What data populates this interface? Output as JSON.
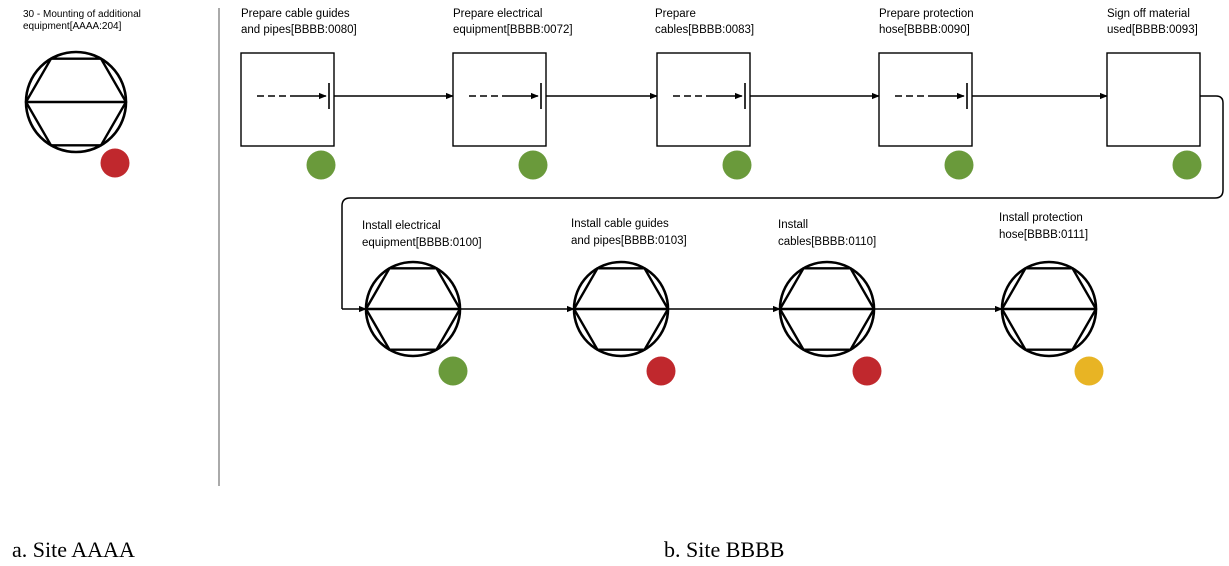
{
  "site_a": {
    "caption": "a. Site AAAA",
    "node": {
      "label_lines": [
        "30 - Mounting of additional",
        "equipment[AAAA:204]"
      ],
      "shape": "hexagon-circle-icon",
      "status": "red"
    }
  },
  "site_b": {
    "caption": "b. Site BBBB",
    "nodes": [
      {
        "label_lines": [
          "Prepare cable guides",
          "and pipes[BBBB:0080]"
        ],
        "shape": "square-arrow-icon",
        "status": "green"
      },
      {
        "label_lines": [
          "Prepare electrical",
          "equipment[BBBB:0072]"
        ],
        "shape": "square-arrow-icon",
        "status": "green"
      },
      {
        "label_lines": [
          "Prepare",
          "cables[BBBB:0083]"
        ],
        "shape": "square-arrow-icon",
        "status": "green"
      },
      {
        "label_lines": [
          "Prepare protection",
          "hose[BBBB:0090]"
        ],
        "shape": "square-arrow-icon",
        "status": "green"
      },
      {
        "label_lines": [
          "Sign off material",
          "used[BBBB:0093]"
        ],
        "shape": "square-icon",
        "status": "green"
      },
      {
        "label_lines": [
          "Install electrical",
          "equipment[BBBB:0100]"
        ],
        "shape": "hexagon-circle-icon",
        "status": "green"
      },
      {
        "label_lines": [
          "Install cable guides",
          "and pipes[BBBB:0103]"
        ],
        "shape": "hexagon-circle-icon",
        "status": "red"
      },
      {
        "label_lines": [
          "Install",
          "cables[BBBB:0110]"
        ],
        "shape": "hexagon-circle-icon",
        "status": "red"
      },
      {
        "label_lines": [
          "Install protection",
          "hose[BBBB:0111]"
        ],
        "shape": "hexagon-circle-icon",
        "status": "yellow"
      }
    ]
  },
  "colors": {
    "green": "#6a9a3b",
    "red": "#c0282d",
    "yellow": "#e8b424",
    "line": "#000000"
  }
}
